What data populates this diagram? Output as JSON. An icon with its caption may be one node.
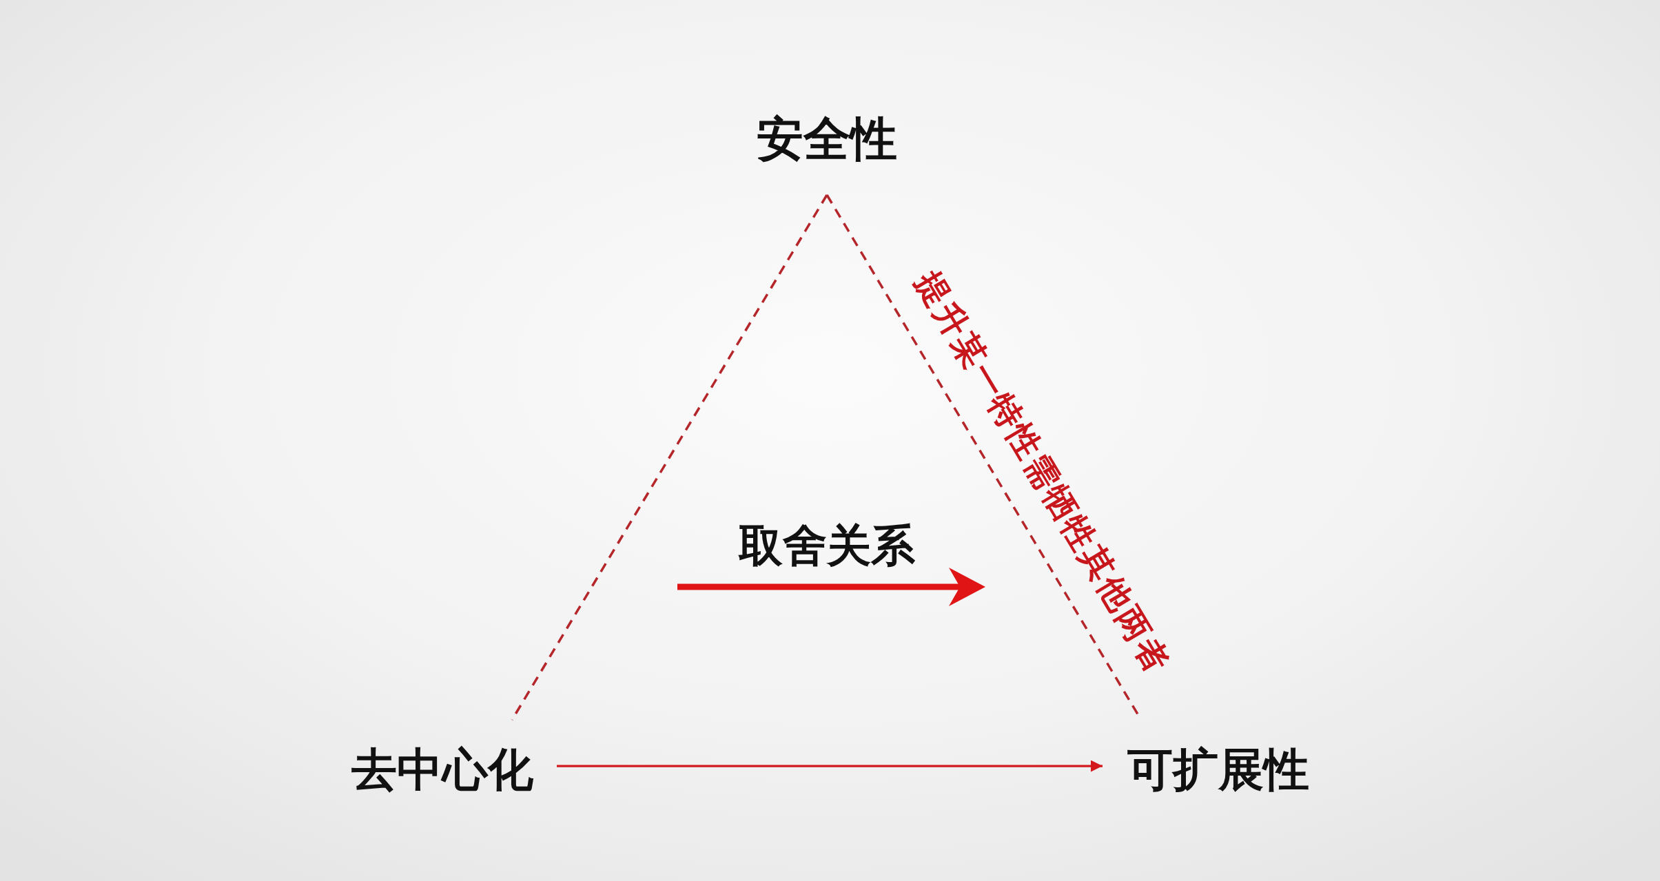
{
  "diagram": {
    "nodes": [
      {
        "text": [
          "安全性"
        ]
      },
      {
        "text": [
          "去中心化"
        ]
      },
      {
        "text": [
          "可扩展性"
        ]
      }
    ],
    "edges": [
      {
        "from": 0,
        "to": 1,
        "arrow": "none",
        "style": "dashed"
      },
      {
        "from": 0,
        "to": 2,
        "arrow": "none",
        "style": "dashed",
        "label": "提升某一特性需牺牲其他两者"
      },
      {
        "from": 1,
        "to": 2,
        "arrow": "to"
      }
    ],
    "labels": [
      "取舍关系"
    ]
  }
}
